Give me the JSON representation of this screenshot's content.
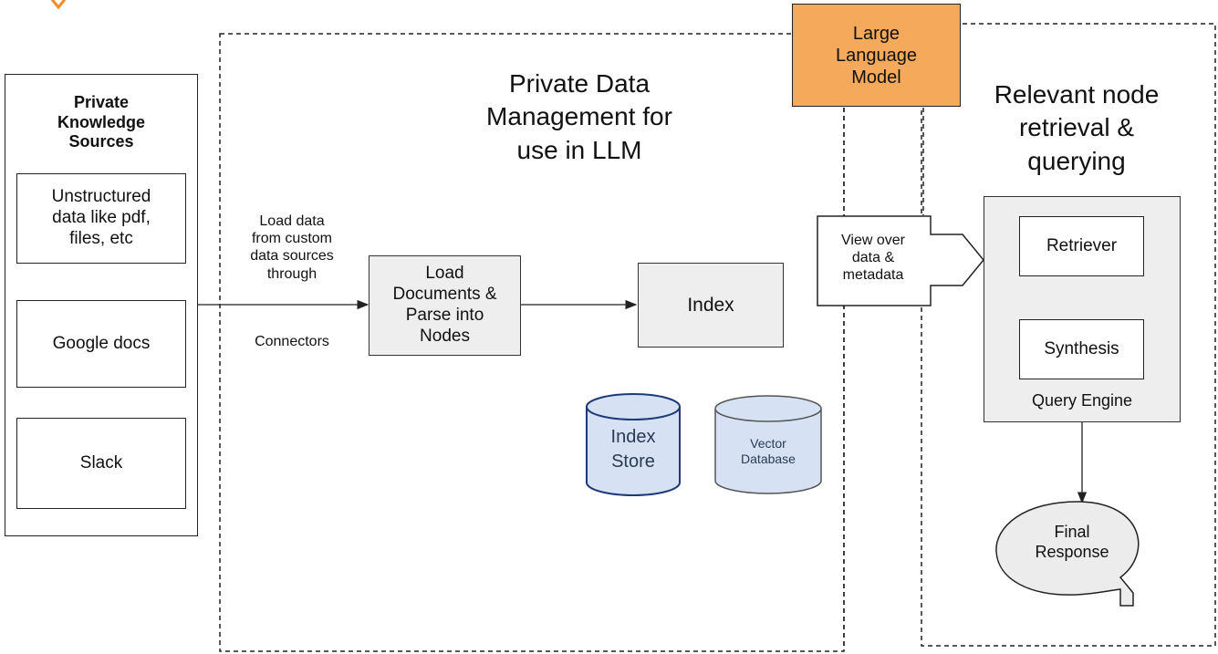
{
  "sources": {
    "title": "Private\nKnowledge\nSources",
    "items": [
      "Unstructured\ndata like pdf,\nfiles, etc",
      "Google docs",
      "Slack"
    ]
  },
  "connector": {
    "label": "Load data\nfrom custom\ndata sources\nthrough",
    "sublabel": "Connectors"
  },
  "private_data": {
    "title": "Private Data\nManagement for\nuse in LLM",
    "load_box": "Load\nDocuments &\nParse into\nNodes",
    "index_box": "Index",
    "index_store": "Index\nStore",
    "vector_db": "Vector\nDatabase"
  },
  "llm": {
    "label": "Large\nLanguage\nModel",
    "color": "#F5A95B"
  },
  "view_arrow": {
    "label": "View over\ndata &\nmetadata"
  },
  "retrieval": {
    "title": "Relevant node\nretrieval &\nquerying",
    "retriever": "Retriever",
    "synthesis": "Synthesis",
    "engine_label": "Query Engine",
    "final_response": "Final\nResponse"
  },
  "colors": {
    "cylinder_fill": "#d6e2f4",
    "cylinder_stroke": "#1f3a78",
    "accent_logo": "#f08a24"
  }
}
